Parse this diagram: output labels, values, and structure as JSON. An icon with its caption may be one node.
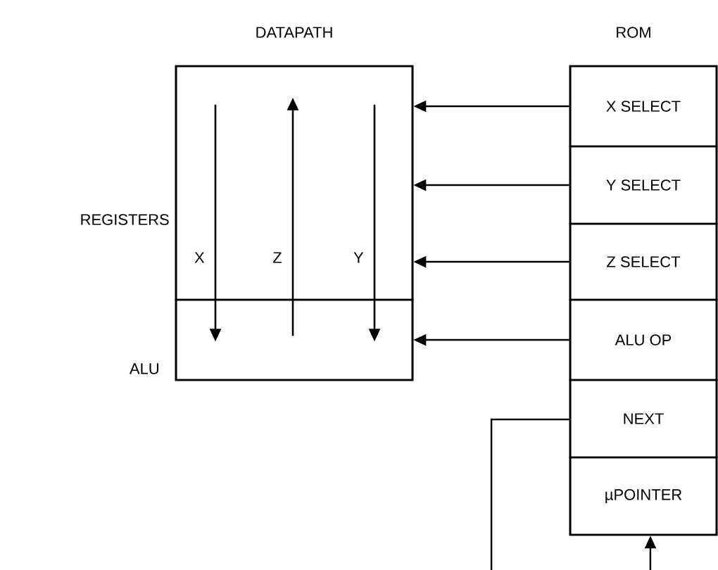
{
  "diagram": {
    "nodes": [
      {
        "text": [
          "DATAPATH"
        ]
      },
      {
        "text": [
          "REGISTERS"
        ],
        "in": 0
      },
      {
        "text": [
          "ALU"
        ],
        "in": 0
      },
      {
        "text": [
          "ROM"
        ]
      },
      {
        "text": [
          "X SELECT"
        ],
        "in": 3
      },
      {
        "text": [
          "Y SELECT"
        ],
        "in": 3
      },
      {
        "text": [
          "Z SELECT"
        ],
        "in": 3
      },
      {
        "text": [
          "ALU OP"
        ],
        "in": 3
      },
      {
        "text": [
          "NEXT"
        ],
        "in": 3
      },
      {
        "text": [
          "µPOINTER"
        ],
        "in": 3
      }
    ],
    "edges": [
      {
        "from": 4,
        "to": 1,
        "arrow": "to"
      },
      {
        "from": 5,
        "to": 1,
        "arrow": "to"
      },
      {
        "from": 6,
        "to": 1,
        "arrow": "to"
      },
      {
        "from": 7,
        "to": 2,
        "arrow": "to"
      },
      {
        "from": 1,
        "to": 2,
        "label": "X",
        "arrow": "to"
      },
      {
        "from": 2,
        "to": 1,
        "label": "Z",
        "arrow": "to"
      },
      {
        "from": 1,
        "to": 2,
        "label": "Y",
        "arrow": "to"
      },
      {
        "from": 8,
        "to": null,
        "arrow": "none"
      },
      {
        "from": null,
        "to": 9,
        "arrow": "to"
      }
    ]
  }
}
